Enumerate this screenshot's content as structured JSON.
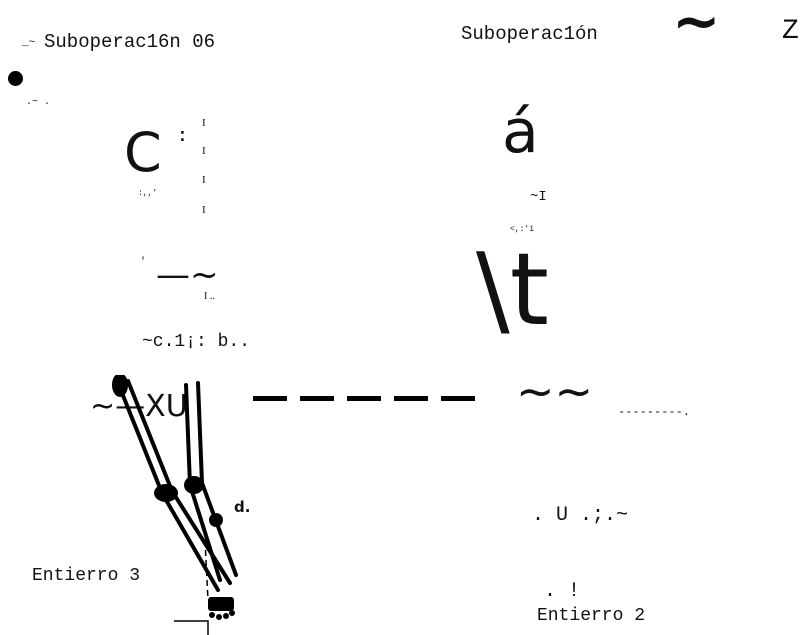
{
  "header": {
    "left_prefix": "_~",
    "left_title": "Suboperac16n 06",
    "right_title": "Suboperac1ón",
    "right_tilde": "~",
    "right_letter": "Z"
  },
  "left_figure": {
    "fragment_dots": ".~ .",
    "big_c": "C",
    "colon_mark": ":",
    "tick_labels": [
      "I",
      "I",
      "I",
      "I"
    ],
    "small_marks": ":,,'",
    "apostrophe": "'",
    "dash_tilde": "—~",
    "small_i_dots": "I ..",
    "caption": "~c.1¡: b..",
    "xu_label": "~—XU",
    "skeleton_label": "d.",
    "entierro": "Entierro 3"
  },
  "right_figure": {
    "big_a": "á",
    "tilde_i": "~I",
    "tiny_marks": "<,:'i",
    "big_t": "\\t",
    "double_tilde": "~~",
    "dotted_line": "---------.",
    "u_mark": ". U .;.~",
    "exclam": ". !",
    "entierro": "Entierro 2"
  }
}
